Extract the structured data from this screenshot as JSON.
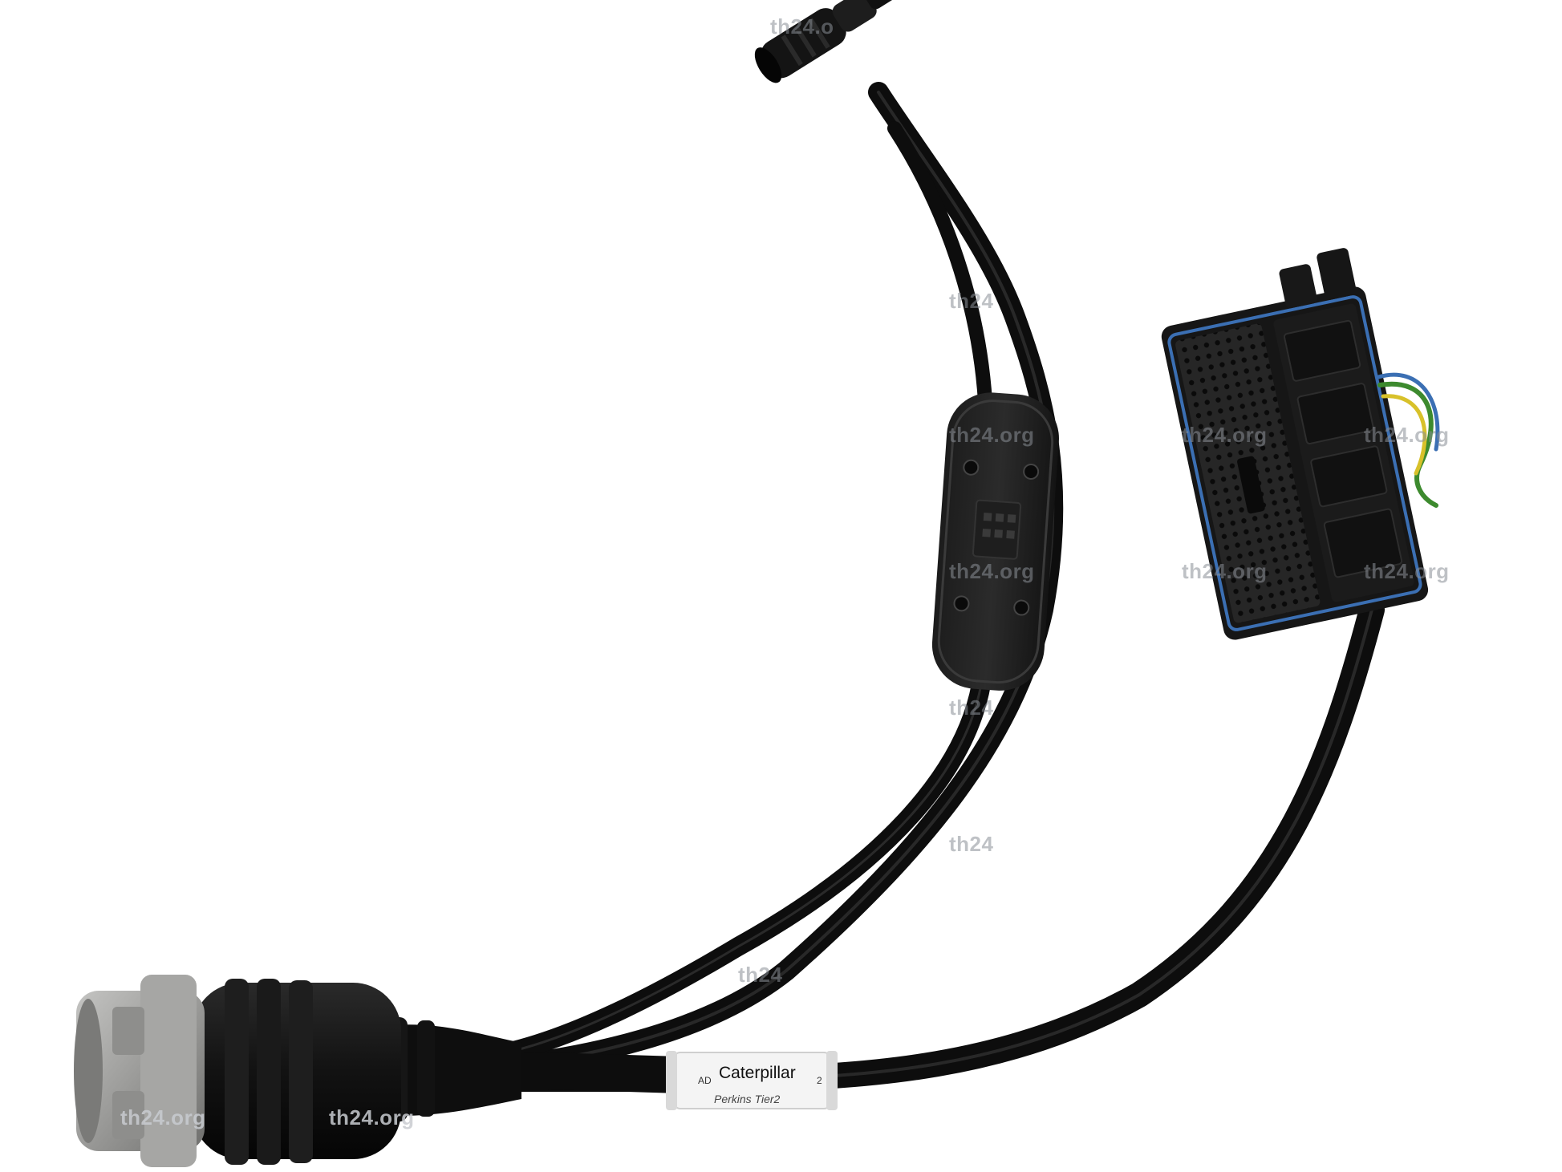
{
  "image": {
    "description_label": "",
    "background_color": "#ffffff"
  },
  "watermarks": [
    "th24.org",
    "th24.org",
    "th24.org",
    "th24.org",
    "th24.org",
    "th24.org",
    "th24.org",
    "th24.org",
    "th24",
    "th24",
    "th24",
    "th24",
    "th24.o"
  ],
  "cable_label": {
    "brand": "Caterpillar",
    "prefix": "AD",
    "suffix": "2",
    "subtext": "Perkins Tier2"
  },
  "colors": {
    "cable": "#0d0d0d",
    "connector_gray": "#9a9a98",
    "wire_green": "#3d8a2e",
    "wire_yellow": "#d8c12a",
    "wire_blue": "#3b6fb3"
  }
}
